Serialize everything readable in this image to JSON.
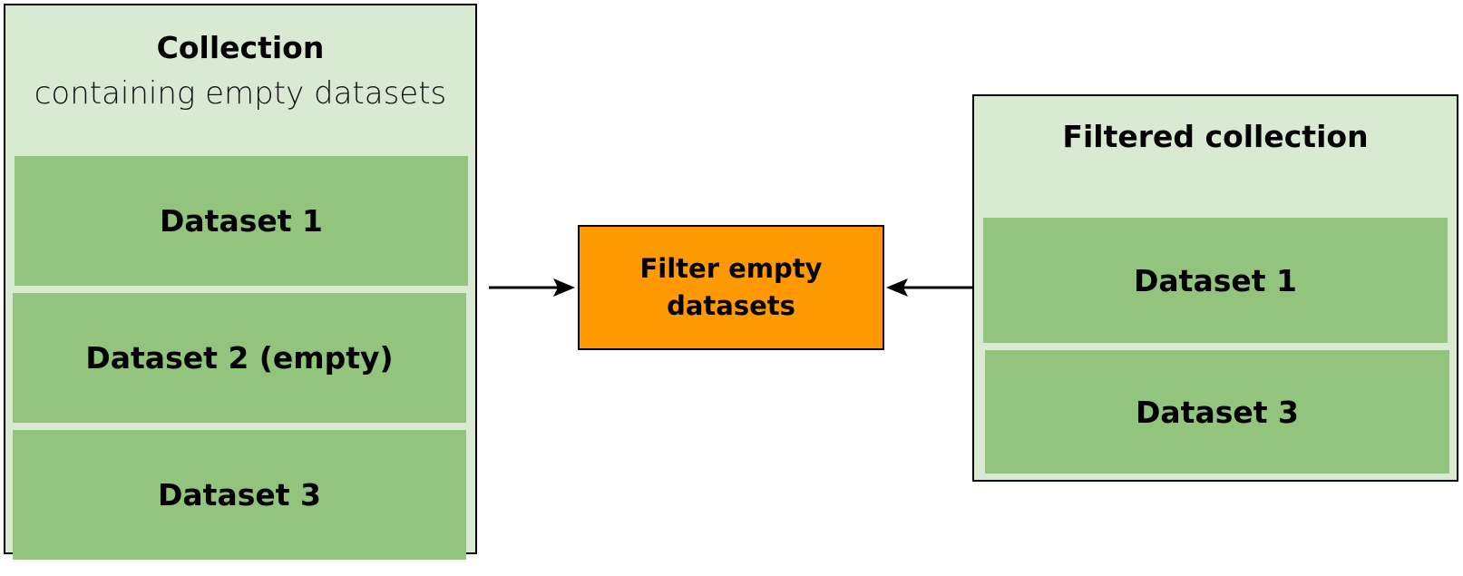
{
  "input_collection": {
    "title": "Collection",
    "subtitle": "containing empty datasets",
    "datasets": [
      {
        "label": "Dataset 1"
      },
      {
        "label": "Dataset 2 (empty)"
      },
      {
        "label": "Dataset 3"
      }
    ]
  },
  "process": {
    "label": "Filter empty datasets"
  },
  "output_collection": {
    "title": "Filtered collection",
    "datasets": [
      {
        "label": "Dataset 1"
      },
      {
        "label": "Dataset 3"
      }
    ]
  },
  "colors": {
    "collection_background": "#d9ead3",
    "dataset_fill": "#93c47d",
    "process_fill": "#ff9900",
    "border": "#000000"
  }
}
